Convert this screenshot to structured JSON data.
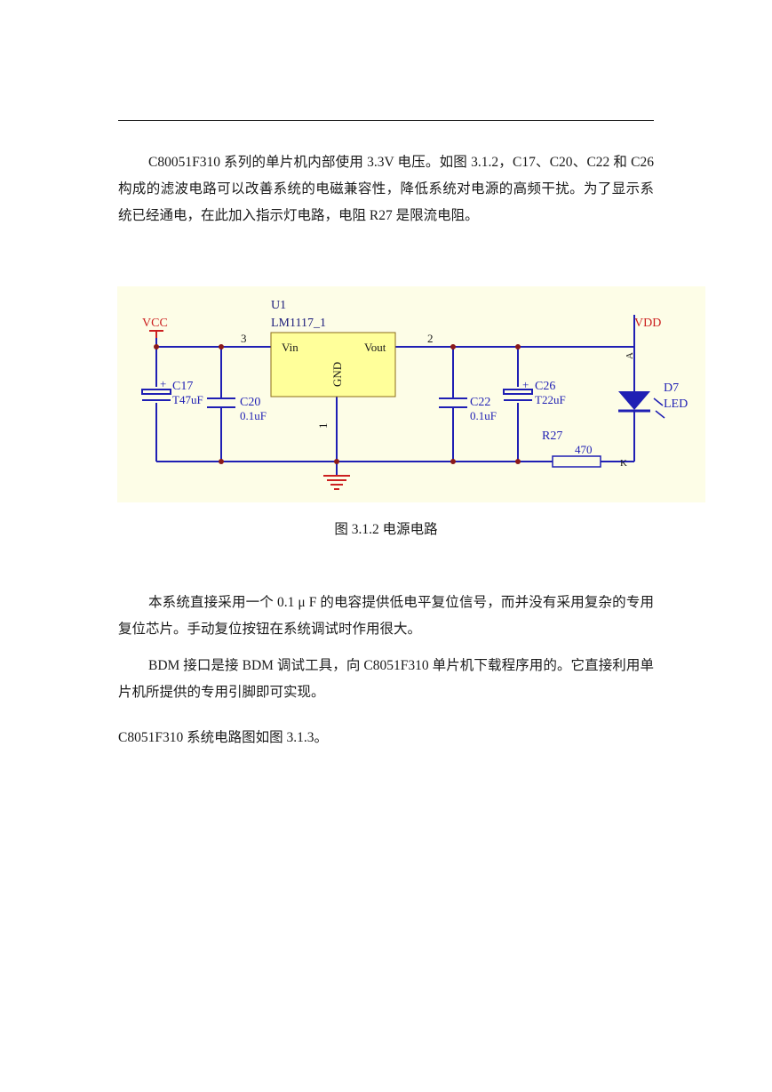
{
  "paragraphs": {
    "p1": "C80051F310 系列的单片机内部使用 3.3V 电压。如图 3.1.2，C17、C20、C22 和 C26 构成的滤波电路可以改善系统的电磁兼容性，降低系统对电源的高频干扰。为了显示系统已经通电，在此加入指示灯电路，电阻 R27 是限流电阻。",
    "p2": "本系统直接采用一个 0.1 μ F 的电容提供低电平复位信号，而并没有采用复杂的专用复位芯片。手动复位按钮在系统调试时作用很大。",
    "p3": "BDM 接口是接 BDM 调试工具，向 C8051F310 单片机下载程序用的。它直接利用单片机所提供的专用引脚即可实现。",
    "p4": "C8051F310 系统电路图如图 3.1.3。"
  },
  "figure": {
    "caption": "图 3.1.2    电源电路",
    "labels": {
      "u1": "U1",
      "lm1117": "LM1117_1",
      "vcc": "VCC",
      "vdd": "VDD",
      "pin3": "3",
      "pin2": "2",
      "pin1": "1",
      "vin": "Vin",
      "vout": "Vout",
      "gnd": "GND",
      "c17": "C17",
      "c17_val": "T47uF",
      "c20": "C20",
      "c20_val": "0.1uF",
      "c22": "C22",
      "c22_val": "0.1uF",
      "c26": "C26",
      "c26_val": "T22uF",
      "r27": "R27",
      "r27_val": "470",
      "d7": "D7",
      "led": "LED",
      "anode": "A",
      "cathode": "K",
      "plus": "+"
    },
    "colors": {
      "background": "#fdfde7",
      "wire": "#1f1fb4",
      "chip": "#ffff9a",
      "junction": "#8b1a1a",
      "power_label": "#cc2020",
      "ground": "#cc2020",
      "text": "#1a1a7a"
    }
  }
}
